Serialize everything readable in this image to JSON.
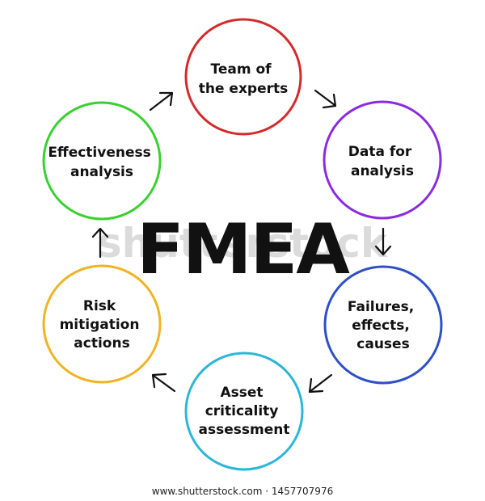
{
  "title": "FMEA",
  "watermark": "shutterstock",
  "footer": "www.shutterstock.com · 1457707976",
  "colors": {
    "team": "#d42a2a",
    "data": "#8a2be2",
    "failures": "#2e4fc7",
    "asset": "#2bb6d9",
    "risk": "#f0b323",
    "effectiveness": "#38d12f"
  },
  "nodes": {
    "team": {
      "lines": [
        "Team of",
        "the experts"
      ]
    },
    "data": {
      "lines": [
        "Data for",
        "analysis"
      ]
    },
    "failures": {
      "lines": [
        "Failures,",
        "effects,",
        "causes"
      ]
    },
    "asset": {
      "lines": [
        "Asset",
        "criticality",
        "assessment"
      ]
    },
    "risk": {
      "lines": [
        "Risk",
        "mitigation",
        "actions"
      ]
    },
    "effectiveness": {
      "lines": [
        "Effectiveness",
        "analysis"
      ]
    }
  }
}
